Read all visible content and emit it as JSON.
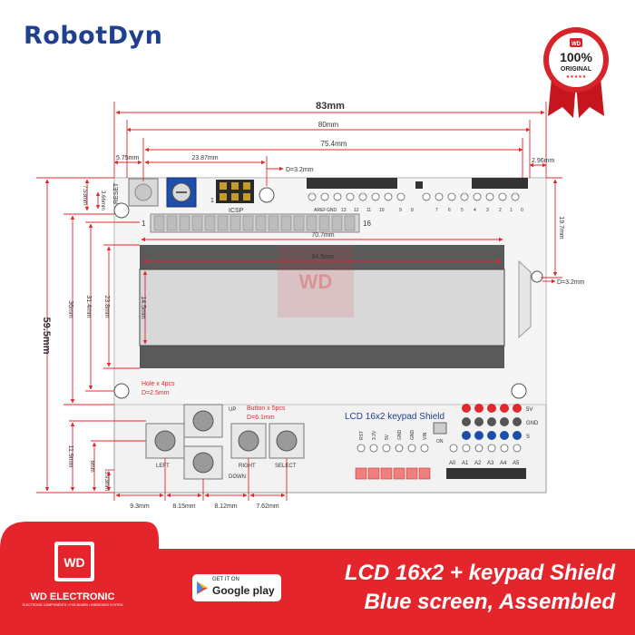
{
  "header": {
    "brand": "RobotDyn"
  },
  "badge": {
    "percent": "100%",
    "label": "ORIGINAL",
    "stars": "★★★★★",
    "logo": "WD"
  },
  "drawing": {
    "title_board": "LCD 16x2 keypad Shield",
    "dims": {
      "overall_width": "83mm",
      "d80": "80mm",
      "d75": "75.4mm",
      "d5_75": "5.75mm",
      "d23_87": "23.87mm",
      "d3_2": "D=3.2mm",
      "d2_96": "2.96mm",
      "d19_7": "19.7mm",
      "d3_2b": "D=3.2mm",
      "d3_66": "3.66mm",
      "d7_53": "7.53mm",
      "d59_5": "59.5mm",
      "d36": "36mm",
      "d31_4": "31.4mm",
      "d23_8": "23.8mm",
      "d14_5": "14.5mm",
      "d70_7": "70.7mm",
      "d64_5": "64.5mm",
      "d11_9": "11.9mm",
      "d8": "8mm",
      "d3_93": "3.93mm",
      "d9_3": "9.3mm",
      "d8_15": "8.15mm",
      "d8_12": "8.12mm",
      "d7_62": "7.62mm"
    },
    "labels": {
      "reset": "RESET",
      "icsp": "ICSP",
      "one": "1",
      "sixteen": "16",
      "one_b": "1",
      "hole1": "Hole x 4pcs",
      "hole2": "D=2.5mm",
      "btn1": "Button x 5pcs",
      "btn2": "D=6.1mm",
      "up": "UP",
      "left": "LEFT",
      "down": "DOWN",
      "right": "RIGHT",
      "select": "SELECT",
      "v5": "5V",
      "gnd": "GND",
      "s": "S",
      "on": "ON",
      "aref": "AREF",
      "gnd_top": "GND",
      "p13": "13",
      "p12": "12",
      "p11": "11",
      "p10": "10",
      "p9": "9",
      "p8": "8",
      "p7": "7",
      "p6": "6",
      "p5": "5",
      "p4": "4",
      "p3": "3",
      "p2": "2",
      "p1": "1",
      "p0": "0",
      "rst": "RST",
      "v33": "3.3V",
      "v5b": "5V",
      "gnd1": "GND",
      "gnd2": "GND",
      "vin": "VIN",
      "a0": "A0",
      "a1": "A1",
      "a2": "A2",
      "a3": "A3",
      "a4": "A4",
      "a5": "A5",
      "watermark": "WD"
    }
  },
  "footer": {
    "line1": "LCD 16x2 + keypad Shield",
    "line2": "Blue screen, Assembled",
    "store_name": "WD ELECTRONIC",
    "store_sub": "ELECTRONIC COMPONENTS • PCB BOARD • EMBEDDED SYSTEM",
    "store_logo": "WD",
    "gp_small": "GET IT ON",
    "gp_big": "Google play"
  },
  "colors": {
    "brand": "#1f3f8f",
    "dim_red": "#e0282e",
    "footer_red": "#e4252c",
    "board": "#f2f2f2",
    "lcd_dark": "#5a5a5a",
    "lcd_screen": "#d8d8d8"
  }
}
